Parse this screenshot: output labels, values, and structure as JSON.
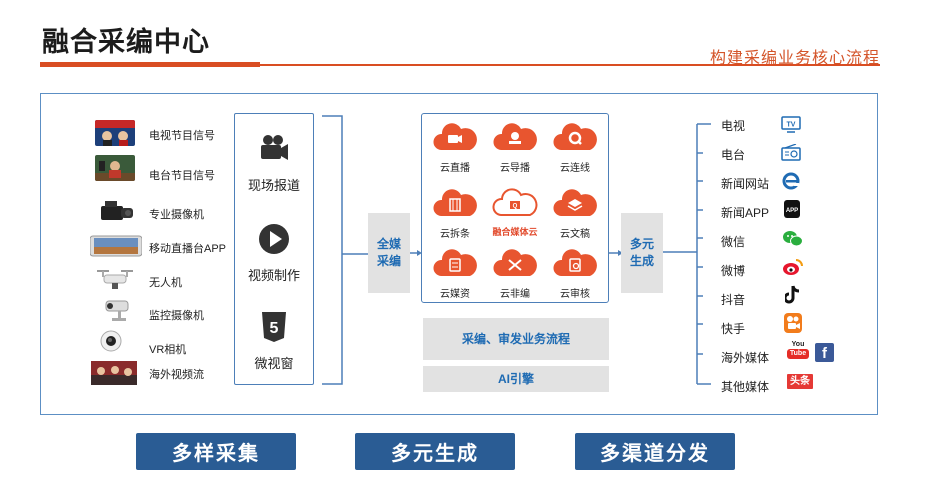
{
  "header": {
    "title": "融合采编中心",
    "subtitle": "构建采编业务核心流程"
  },
  "sources": [
    {
      "label": "电视节目信号",
      "icon": "tv-studio-photo"
    },
    {
      "label": "电台节目信号",
      "icon": "radio-studio-photo"
    },
    {
      "label": "专业摄像机",
      "icon": "pro-camera-photo"
    },
    {
      "label": "移动直播台APP",
      "icon": "mobile-app-photo"
    },
    {
      "label": "无人机",
      "icon": "drone-photo"
    },
    {
      "label": "监控摄像机",
      "icon": "security-camera-photo"
    },
    {
      "label": "VR相机",
      "icon": "vr-camera-photo"
    },
    {
      "label": "海外视频流",
      "icon": "overseas-video-photo"
    }
  ],
  "collect": [
    {
      "label": "现场报道",
      "icon": "camera-icon"
    },
    {
      "label": "视频制作",
      "icon": "play-icon"
    },
    {
      "label": "微视窗",
      "icon": "html5-icon"
    }
  ],
  "stages": {
    "gather": "全媒\n采编",
    "generate": "多元\n生成",
    "workflow": "采编、审发业务流程",
    "ai": "AI引擎"
  },
  "clouds": [
    {
      "label": "云直播",
      "icon": "live-icon"
    },
    {
      "label": "云导播",
      "icon": "director-icon"
    },
    {
      "label": "云连线",
      "icon": "connect-icon"
    },
    {
      "label": "云拆条",
      "icon": "split-icon"
    },
    {
      "label": "融合媒体云",
      "icon": "media-cloud-icon"
    },
    {
      "label": "云文稿",
      "icon": "doc-icon"
    },
    {
      "label": "云媒资",
      "icon": "asset-icon"
    },
    {
      "label": "云非编",
      "icon": "edit-icon"
    },
    {
      "label": "云审核",
      "icon": "review-icon"
    }
  ],
  "outputs": [
    {
      "label": "电视",
      "icon": "tv-icon"
    },
    {
      "label": "电台",
      "icon": "radio-icon"
    },
    {
      "label": "新闻网站",
      "icon": "ie-icon"
    },
    {
      "label": "新闻APP",
      "icon": "app-icon"
    },
    {
      "label": "微信",
      "icon": "wechat-icon"
    },
    {
      "label": "微博",
      "icon": "weibo-icon"
    },
    {
      "label": "抖音",
      "icon": "tiktok-icon"
    },
    {
      "label": "快手",
      "icon": "kuaishou-icon"
    },
    {
      "label": "海外媒体",
      "icon": "youtube-facebook-icon",
      "badge": "You Tube"
    },
    {
      "label": "其他媒体",
      "icon": "toutiao-icon",
      "badge": "头条"
    }
  ],
  "footer": {
    "btn1": "多样采集",
    "btn2": "多元生成",
    "btn3": "多渠道分发"
  },
  "colors": {
    "accent": "#d94d22",
    "frame": "#5c8fc4",
    "blue_text": "#1f6bb3",
    "button": "#2a5c94",
    "cloud": "#e8552f"
  }
}
